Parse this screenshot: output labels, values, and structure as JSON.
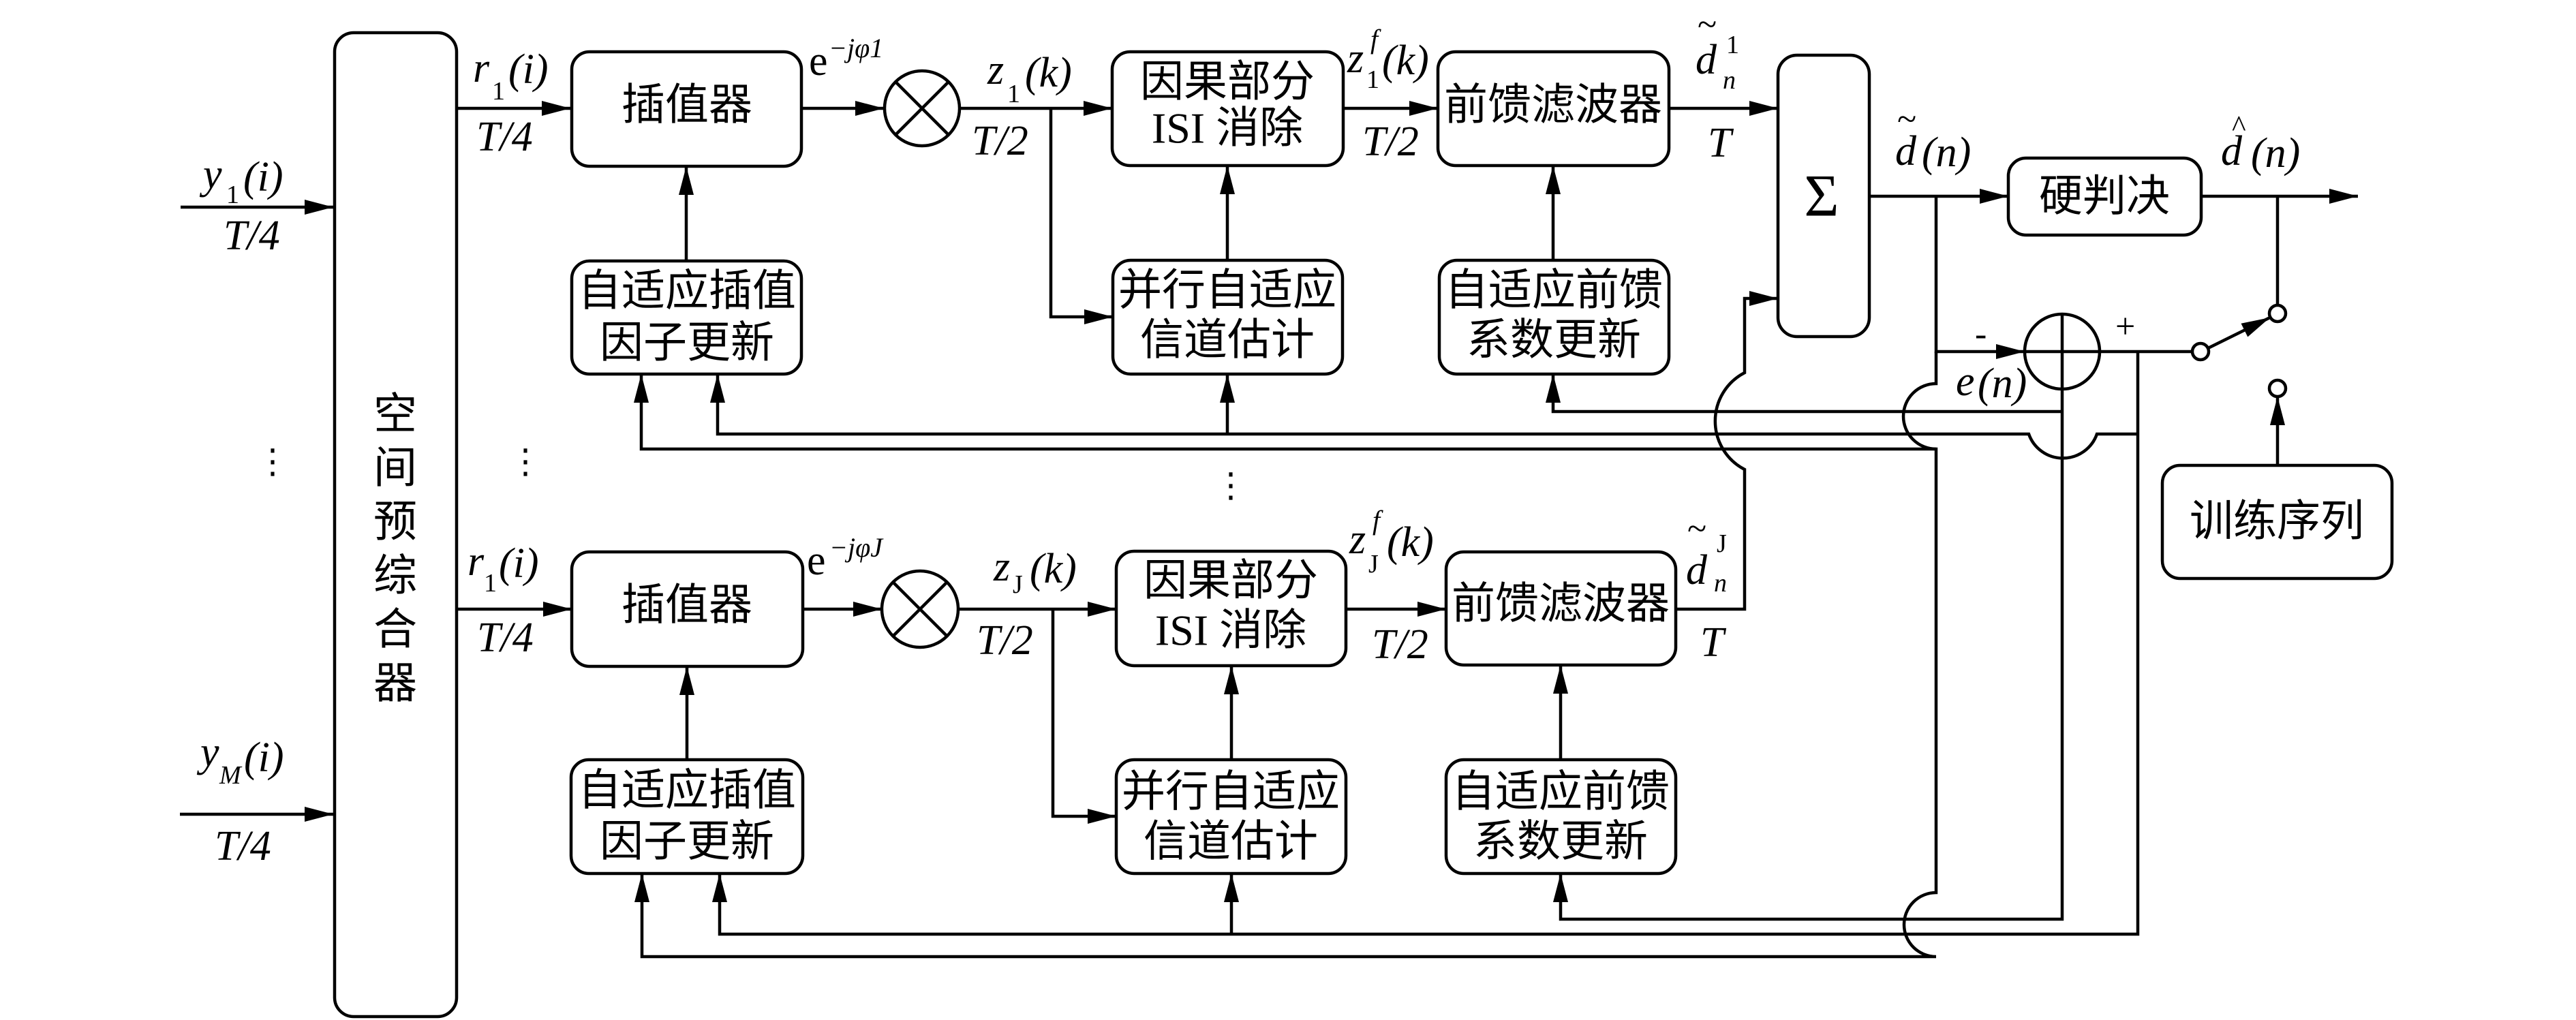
{
  "inputs": [
    {
      "symbol": "y",
      "sub": "1",
      "arg": "(i)",
      "rate": "T/4"
    },
    {
      "symbol": "y",
      "sub": "M",
      "arg": "(i)",
      "rate": "T/4"
    }
  ],
  "input_ellipsis": "⋮",
  "combiner": {
    "label": [
      "空",
      "间",
      "预",
      "综",
      "合",
      "器"
    ]
  },
  "branch_ellipsis": [
    "⋮",
    "⋮"
  ],
  "branches": [
    {
      "combiner_out": {
        "symbol": "r",
        "sub": "1",
        "arg": "(i)",
        "rate": "T/4"
      },
      "interpolator": "插值器",
      "interp_update": [
        "自适应插值",
        "因子更新"
      ],
      "phase": {
        "base": "e",
        "exp": "−jφ1"
      },
      "mixer_out": {
        "symbol": "z",
        "sub": "1",
        "arg": "(k)",
        "rate": "T/2"
      },
      "isi_cancel": [
        "因果部分",
        "ISI 消除"
      ],
      "channel_est": [
        "并行自适应",
        "信道估计"
      ],
      "isi_out": {
        "symbol": "z",
        "sub": "1",
        "sup": "f",
        "arg": "(k)",
        "rate": "T/2"
      },
      "ff_filter": "前馈滤波器",
      "ff_update": [
        "自适应前馈",
        "系数更新"
      ],
      "ff_out": {
        "symbol": "d",
        "accent": "~",
        "sub": "n",
        "sup": "1",
        "rate": "T"
      }
    },
    {
      "combiner_out": {
        "symbol": "r",
        "sub": "1",
        "arg": "(i)",
        "rate": "T/4"
      },
      "interpolator": "插值器",
      "interp_update": [
        "自适应插值",
        "因子更新"
      ],
      "phase": {
        "base": "e",
        "exp": "−jφJ"
      },
      "mixer_out": {
        "symbol": "z",
        "sub": "J",
        "arg": "(k)",
        "rate": "T/2"
      },
      "isi_cancel": [
        "因果部分",
        "ISI 消除"
      ],
      "channel_est": [
        "并行自适应",
        "信道估计"
      ],
      "isi_out": {
        "symbol": "z",
        "sub": "J",
        "sup": "f",
        "arg": "(k)",
        "rate": "T/2"
      },
      "ff_filter": "前馈滤波器",
      "ff_update": [
        "自适应前馈",
        "系数更新"
      ],
      "ff_out": {
        "symbol": "d",
        "accent": "~",
        "sub": "n",
        "sup": "J",
        "rate": "T"
      }
    }
  ],
  "summer": {
    "symbol": "Σ"
  },
  "summer_out": {
    "symbol": "d",
    "accent": "~",
    "arg": "(n)"
  },
  "decision": {
    "label": "硬判决"
  },
  "decision_out": {
    "symbol": "d",
    "accent": "^",
    "arg": "(n)"
  },
  "error": {
    "symbol": "e",
    "arg": "(n)",
    "minus": "-",
    "plus": "+"
  },
  "training": {
    "label": "训练序列"
  }
}
